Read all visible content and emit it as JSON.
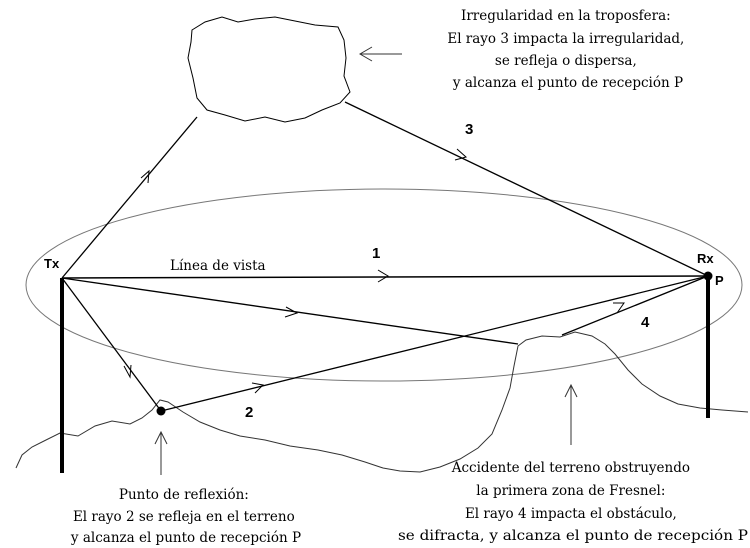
{
  "labels": {
    "tx": "Tx",
    "rx": "Rx",
    "p": "P",
    "line_of_sight": "Línea de vista"
  },
  "ray_numbers": {
    "ray1": "1",
    "ray2": "2",
    "ray3": "3",
    "ray4": "4"
  },
  "notes": {
    "troposphere": [
      "Irregularidad en la troposfera:",
      "El rayo 3 impacta la irregularidad,",
      "se refleja o dispersa,",
      "y alcanza el punto de recepción P"
    ],
    "reflection": [
      "Punto de reflexión:",
      "El rayo 2 se refleja en el terreno",
      "y alcanza el punto de recepción P"
    ],
    "obstacle": [
      "Accidente del terreno obstruyendo",
      "la primera zona de Fresnel:",
      "El rayo 4 impacta el obstáculo,",
      "se difracta, y alcanza el punto de recepción P"
    ]
  }
}
